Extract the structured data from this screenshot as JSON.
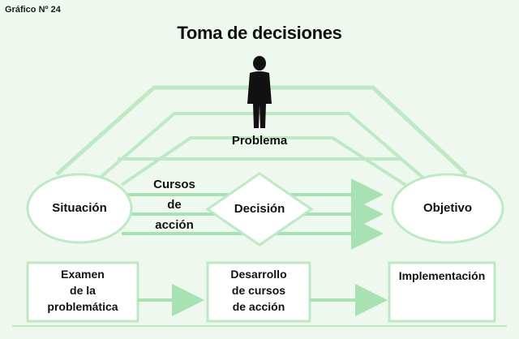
{
  "caption": "Gráfico Nº 24",
  "title": "Toma de decisiones",
  "nodes": {
    "problema": "Problema",
    "situacion": "Situación",
    "decision": "Decisión",
    "objetivo": "Objetivo",
    "cursos": [
      "Cursos",
      "de",
      "acción"
    ]
  },
  "boxes": {
    "examen": [
      "Examen",
      "de la",
      "problemática"
    ],
    "desarrollo": [
      "Desarrollo",
      "de cursos",
      "de acción"
    ],
    "implementacion": [
      "Implementación"
    ]
  },
  "colors": {
    "background": "#eef8ee",
    "line": "#a8e2b2",
    "shape_fill": "#ffffff",
    "figure": "#111111"
  }
}
